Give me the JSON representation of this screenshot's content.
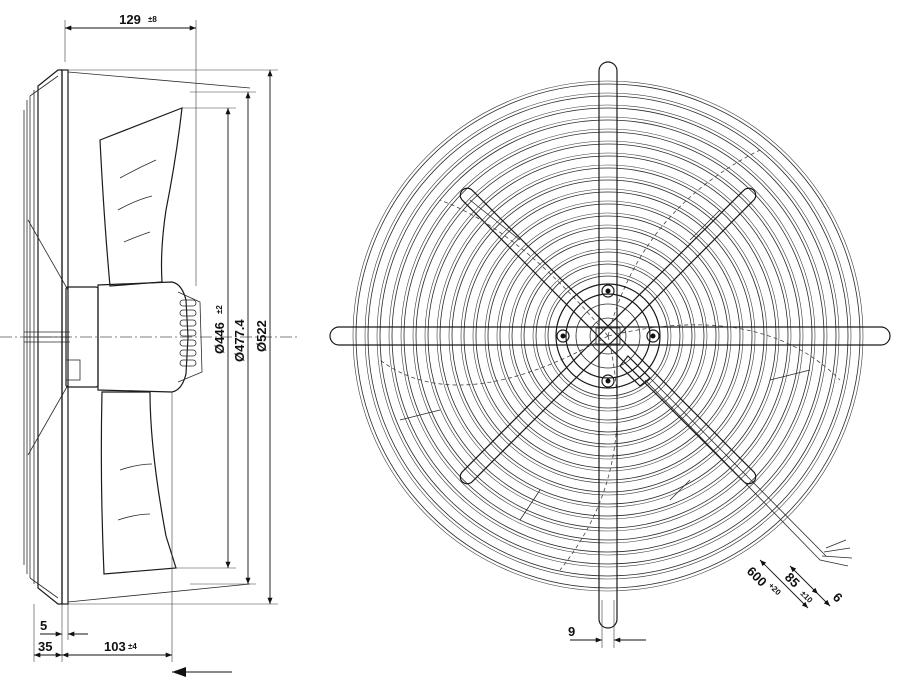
{
  "dimensions": {
    "depth": {
      "value": "129",
      "tol": "±8"
    },
    "d_inner": {
      "value": "Ø446",
      "tol": "±2"
    },
    "d_mid": {
      "value": "Ø477.4"
    },
    "d_outer": {
      "value": "Ø522"
    },
    "flange": {
      "value": "5"
    },
    "base": {
      "value": "35"
    },
    "offset": {
      "value": "103",
      "tol": "±4"
    },
    "guard_wire": {
      "value": "9"
    },
    "cable_len": {
      "value": "600",
      "tol": "+20"
    },
    "cable_strip": {
      "value": "85",
      "tol": "±10"
    },
    "wire_end": {
      "value": "6"
    }
  },
  "colors": {
    "line": "#1a1a1a",
    "background": "#ffffff"
  },
  "airflow_arrow": "arrow-left-icon"
}
